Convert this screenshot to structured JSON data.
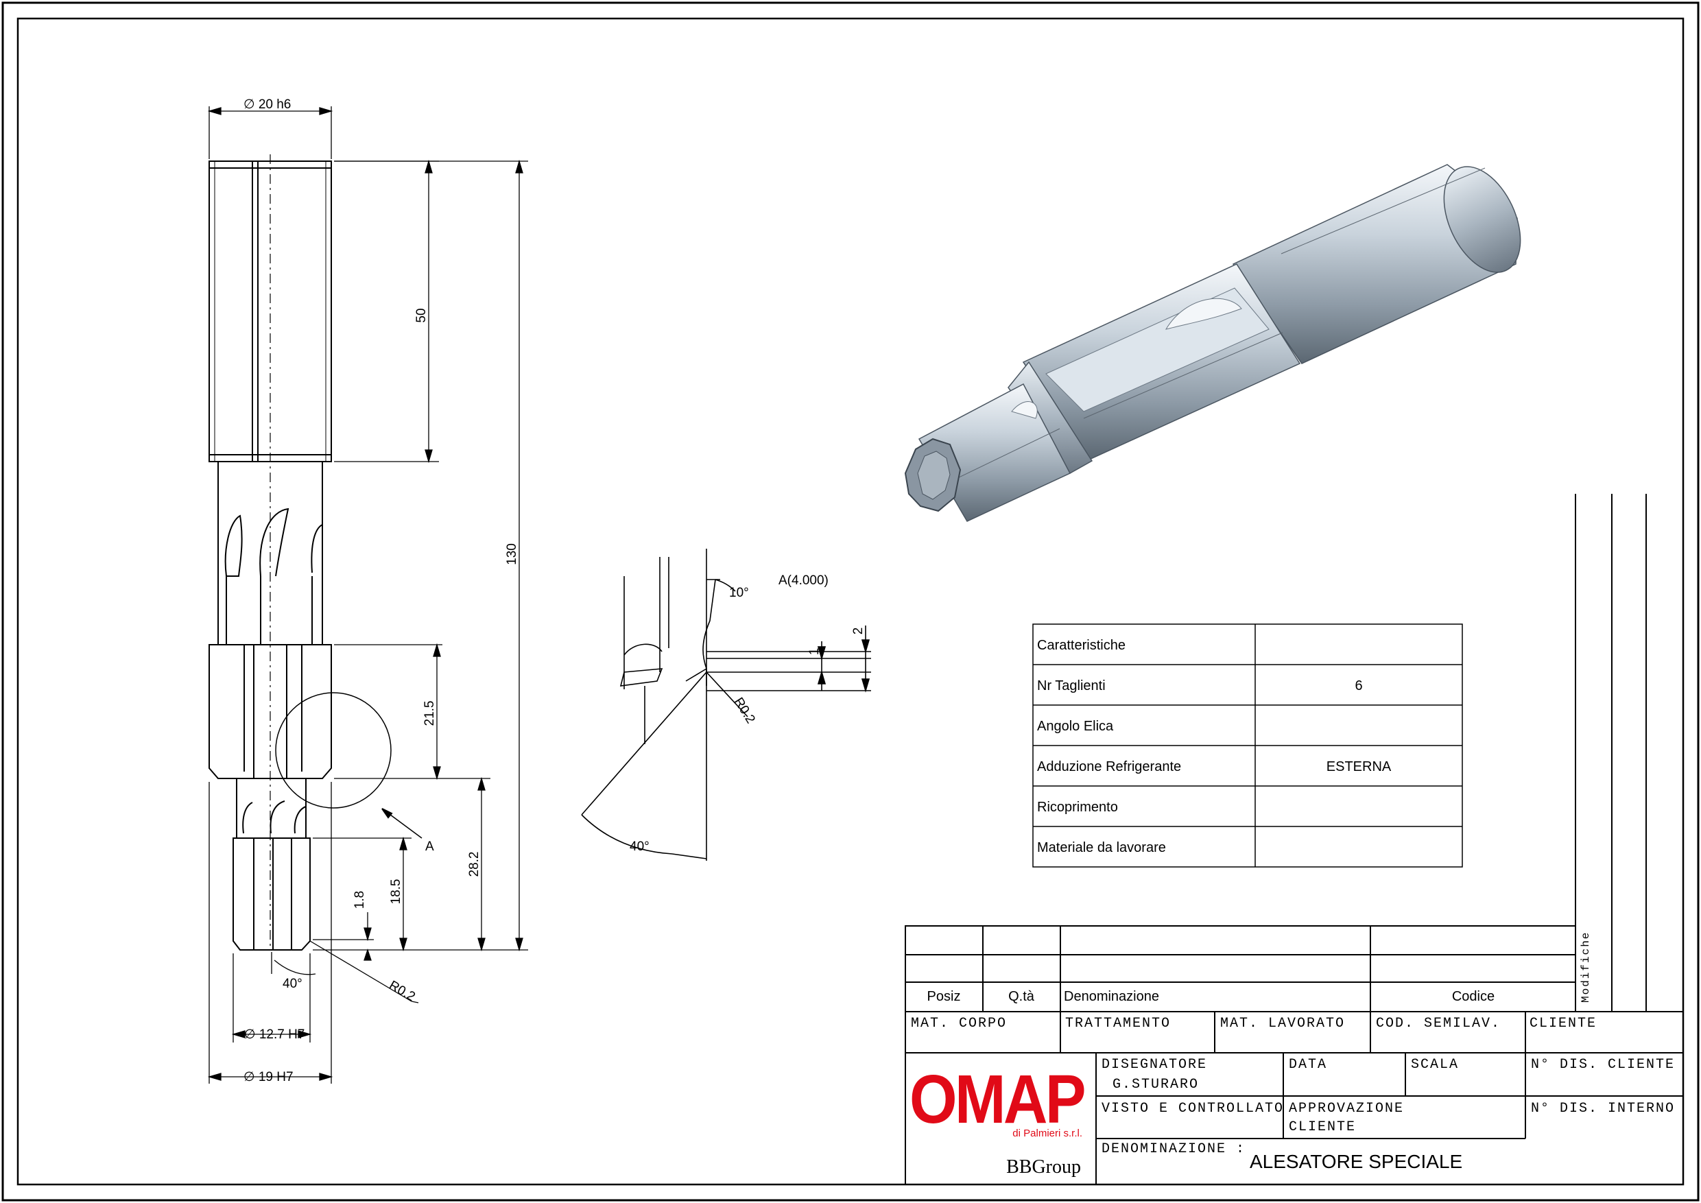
{
  "drawing": {
    "dims_side": {
      "top_diameter": "∅ 20 h6",
      "len_50": "50",
      "len_130": "130",
      "len_21_5": "21.5",
      "len_28_2": "28.2",
      "len_18_5": "18.5",
      "len_1_8": "1.8",
      "angle_40": "40°",
      "radius": "R0.2",
      "detail_label": "A",
      "diameter_12_7": "∅ 12.7 H7",
      "diameter_19": "∅ 19 H7"
    },
    "detail": {
      "title": "A(4.000)",
      "angle_10": "10°",
      "dim_2": "2",
      "dim_1": "1",
      "radius": "R0.2",
      "angle_40": "40°"
    }
  },
  "characteristics": {
    "rows": [
      {
        "label": "Caratteristiche",
        "value": ""
      },
      {
        "label": "Nr Taglienti",
        "value": "6"
      },
      {
        "label": "Angolo Elica",
        "value": ""
      },
      {
        "label": "Adduzione Refrigerante",
        "value": "ESTERNA"
      },
      {
        "label": "Ricoprimento",
        "value": ""
      },
      {
        "label": "Materiale da lavorare",
        "value": ""
      }
    ]
  },
  "title_block": {
    "parts_header": {
      "posiz": "Posiz",
      "qta": "Q.tà",
      "denominazione": "Denominazione",
      "codice": "Codice"
    },
    "modifiche": "Modifiche",
    "mat_corpo": "MAT. CORPO",
    "trattamento": "TRATTAMENTO",
    "mat_lavorato": "MAT. LAVORATO",
    "cod_semilav": "COD. SEMILAV.",
    "cliente": "CLIENTE",
    "disegnatore_label": "DISEGNATORE",
    "disegnatore_value": "G.STURARO",
    "data": "DATA",
    "scala": "SCALA",
    "n_dis_cliente": "N° DIS. CLIENTE",
    "visto": "VISTO E CONTROLLATO",
    "approvazione_1": "APPROVAZIONE",
    "approvazione_2": "CLIENTE",
    "n_dis_interno": "N° DIS. INTERNO",
    "denominazione_label": "DENOMINAZIONE :",
    "denominazione_value": "ALESATORE SPECIALE"
  },
  "logo": {
    "name": "OMAP",
    "subtitle": "di Palmieri s.r.l.",
    "group": "BBGroup",
    "brand_color": "#e10a17"
  }
}
